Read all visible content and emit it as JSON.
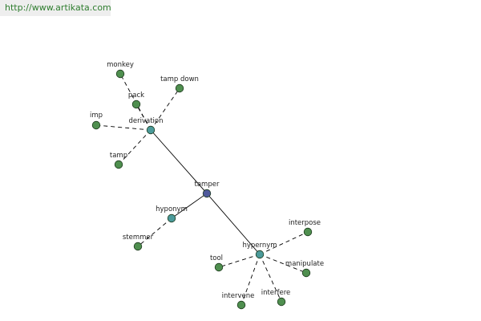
{
  "header": {
    "url": "http://www.artikata.com"
  },
  "colors": {
    "root_node": "#4f5a9c",
    "hub_node": "#4b9a9a",
    "leaf_node": "#4f8f4f",
    "node_stroke": "#1d3a1d",
    "edge": "#000000"
  },
  "graph": {
    "nodes": [
      {
        "id": "tamper",
        "label": "tamper",
        "kind": "root"
      },
      {
        "id": "derivation",
        "label": "derivation",
        "kind": "hub"
      },
      {
        "id": "hyponym",
        "label": "hyponym",
        "kind": "hub"
      },
      {
        "id": "hypernym",
        "label": "hypernym",
        "kind": "hub"
      },
      {
        "id": "monkey",
        "label": "monkey",
        "kind": "leaf"
      },
      {
        "id": "pack",
        "label": "pack",
        "kind": "leaf"
      },
      {
        "id": "tamp_down",
        "label": "tamp down",
        "kind": "leaf"
      },
      {
        "id": "imp",
        "label": "imp",
        "kind": "leaf"
      },
      {
        "id": "tamp",
        "label": "tamp",
        "kind": "leaf"
      },
      {
        "id": "stemmer",
        "label": "stemmer",
        "kind": "leaf"
      },
      {
        "id": "interpose",
        "label": "interpose",
        "kind": "leaf"
      },
      {
        "id": "tool",
        "label": "tool",
        "kind": "leaf"
      },
      {
        "id": "manipulate",
        "label": "manipulate",
        "kind": "leaf"
      },
      {
        "id": "intervene",
        "label": "intervene",
        "kind": "leaf"
      },
      {
        "id": "interfere",
        "label": "interfere",
        "kind": "leaf"
      }
    ],
    "edges": [
      {
        "from": "tamper",
        "to": "derivation",
        "style": "solid"
      },
      {
        "from": "tamper",
        "to": "hyponym",
        "style": "solid"
      },
      {
        "from": "tamper",
        "to": "hypernym",
        "style": "solid"
      },
      {
        "from": "derivation",
        "to": "monkey",
        "style": "dashed"
      },
      {
        "from": "derivation",
        "to": "pack",
        "style": "dashed"
      },
      {
        "from": "derivation",
        "to": "tamp_down",
        "style": "dashed"
      },
      {
        "from": "derivation",
        "to": "imp",
        "style": "dashed"
      },
      {
        "from": "derivation",
        "to": "tamp",
        "style": "dashed"
      },
      {
        "from": "hyponym",
        "to": "stemmer",
        "style": "dashed"
      },
      {
        "from": "hypernym",
        "to": "interpose",
        "style": "dashed"
      },
      {
        "from": "hypernym",
        "to": "tool",
        "style": "dashed"
      },
      {
        "from": "hypernym",
        "to": "manipulate",
        "style": "dashed"
      },
      {
        "from": "hypernym",
        "to": "intervene",
        "style": "dashed"
      },
      {
        "from": "hypernym",
        "to": "interfere",
        "style": "dashed"
      }
    ]
  }
}
